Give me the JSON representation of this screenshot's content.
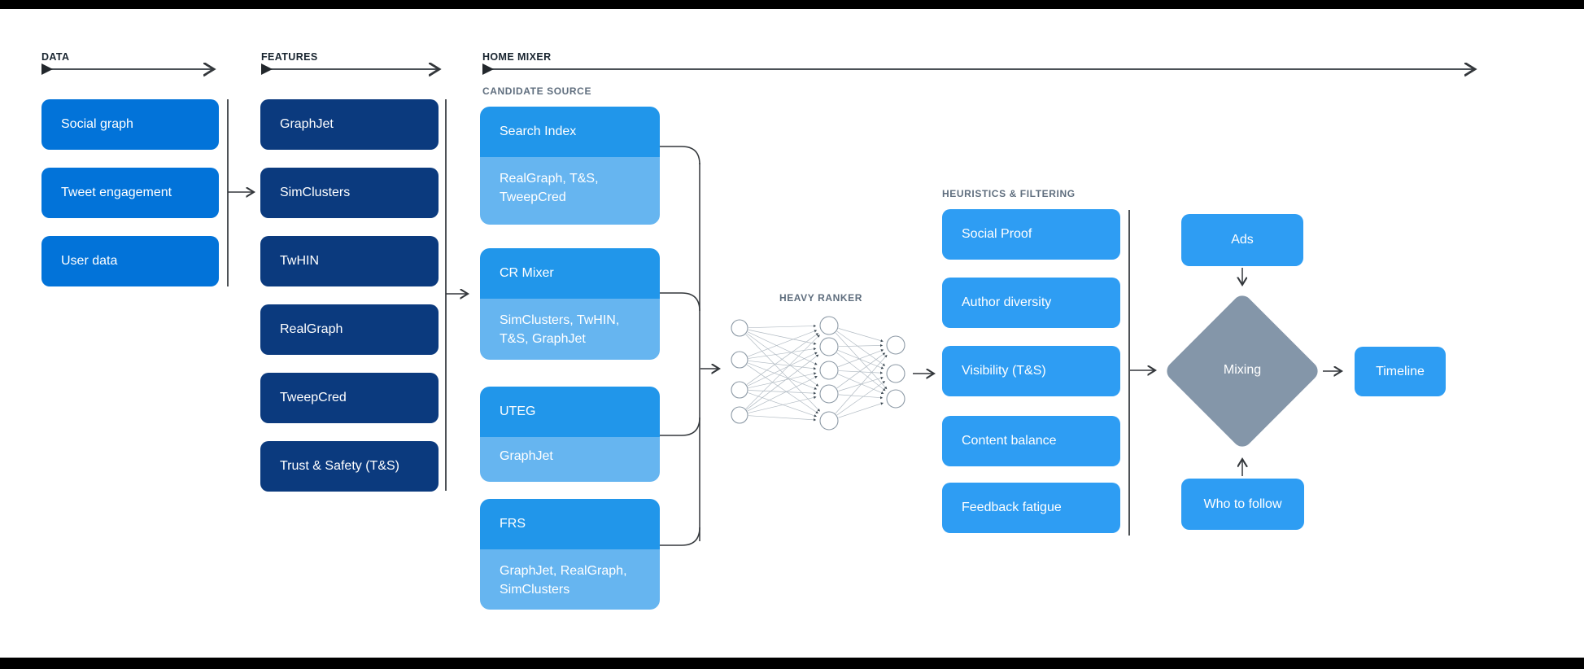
{
  "colors": {
    "data_blue": "#0273d9",
    "navy": "#0b3a7e",
    "cand_header": "#2196ea",
    "cand_sub": "#66b5f0",
    "sky": "#2e9df3",
    "diamond": "#8496a9",
    "heading": "#18242f",
    "label_gray": "#5f6e7e"
  },
  "headers": {
    "data": {
      "label": "DATA"
    },
    "features": {
      "label": "FEATURES"
    },
    "home_mixer": {
      "label": "HOME MIXER"
    }
  },
  "data_column": {
    "items": [
      {
        "label": "Social graph"
      },
      {
        "label": "Tweet engagement"
      },
      {
        "label": "User data"
      }
    ]
  },
  "features_column": {
    "items": [
      {
        "label": "GraphJet"
      },
      {
        "label": "SimClusters"
      },
      {
        "label": "TwHIN"
      },
      {
        "label": "RealGraph"
      },
      {
        "label": "TweepCred"
      },
      {
        "label": "Trust & Safety (T&S)"
      }
    ]
  },
  "candidate_source": {
    "label": "CANDIDATE SOURCE",
    "cards": [
      {
        "title": "Search Index",
        "sub": "RealGraph, T&S, TweepCred"
      },
      {
        "title": "CR Mixer",
        "sub": "SimClusters, TwHIN, T&S, GraphJet"
      },
      {
        "title": "UTEG",
        "sub": "GraphJet"
      },
      {
        "title": "FRS",
        "sub": "GraphJet, RealGraph, SimClusters"
      }
    ]
  },
  "heavy_ranker": {
    "label": "HEAVY RANKER",
    "layers": [
      4,
      5,
      3
    ]
  },
  "heuristics": {
    "label": "HEURISTICS & FILTERING",
    "items": [
      {
        "label": "Social Proof"
      },
      {
        "label": "Author diversity"
      },
      {
        "label": "Visibility (T&S)"
      },
      {
        "label": "Content balance"
      },
      {
        "label": "Feedback fatigue"
      }
    ]
  },
  "output": {
    "ads": "Ads",
    "mixing": "Mixing",
    "who_to_follow": "Who to follow",
    "timeline": "Timeline"
  }
}
